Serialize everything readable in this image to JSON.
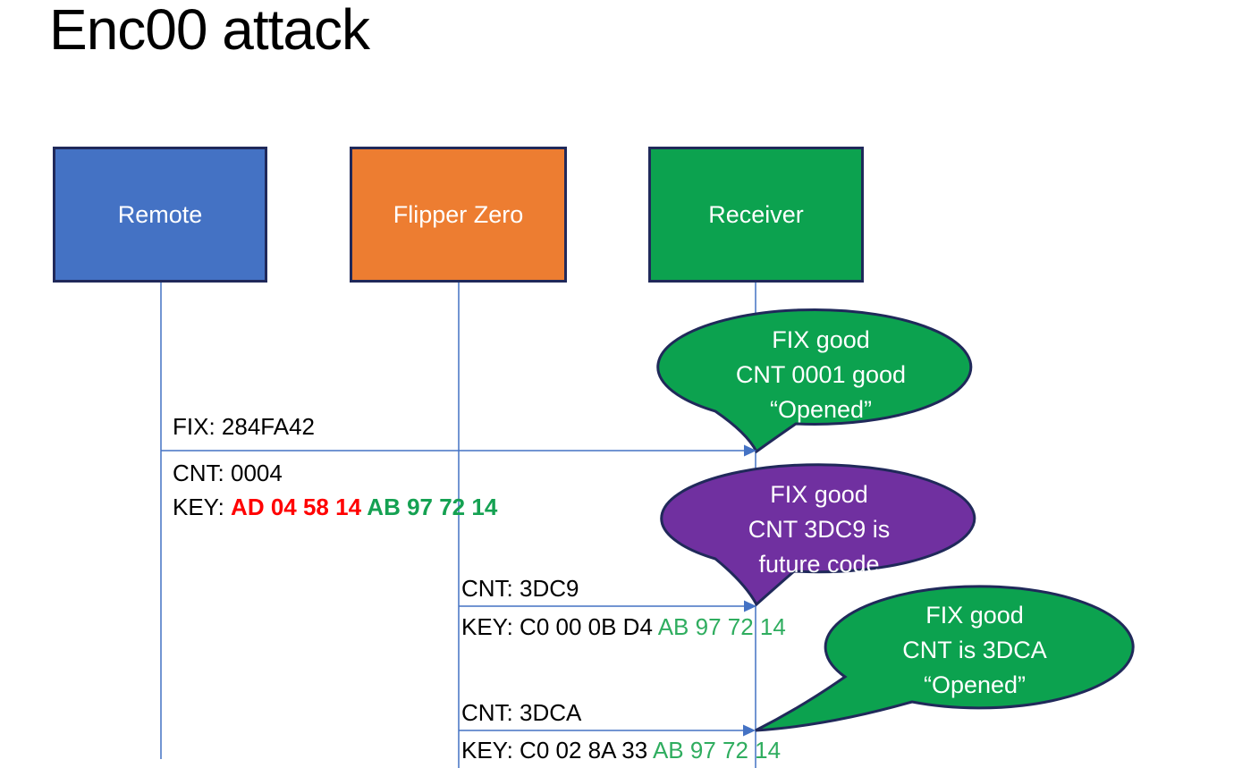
{
  "title": "Enc00 attack",
  "actors": [
    {
      "id": "remote",
      "label": "Remote",
      "color": "#4472C4"
    },
    {
      "id": "flipper",
      "label": "Flipper Zero",
      "color": "#ED7D31"
    },
    {
      "id": "receiver",
      "label": "Receiver",
      "color": "#0CA24F"
    }
  ],
  "messages": [
    {
      "from": "Remote",
      "to": "Receiver",
      "above": [
        {
          "t": "FIX: 284FA42",
          "c": "#000000"
        }
      ],
      "below1": [
        {
          "t": "CNT: 0004",
          "c": "#000000"
        }
      ],
      "below2": [
        {
          "t": "KEY: ",
          "c": "#000000"
        },
        {
          "t": "AD 04 58 14 ",
          "c": "#FF0000",
          "b": true
        },
        {
          "t": "AB 97 72 14",
          "c": "#15A152",
          "b": true
        }
      ]
    },
    {
      "from": "Flipper Zero",
      "to": "Receiver",
      "above": [
        {
          "t": "CNT: 3DC9",
          "c": "#000000"
        }
      ],
      "below1": [
        {
          "t": "KEY: C0 00 0B D4 ",
          "c": "#000000"
        },
        {
          "t": "AB 97 72 14",
          "c": "#2FAD5F"
        }
      ]
    },
    {
      "from": "Flipper Zero",
      "to": "Receiver",
      "above": [
        {
          "t": "CNT: 3DCA",
          "c": "#000000"
        }
      ],
      "below1": [
        {
          "t": "KEY: C0 02 8A 33 ",
          "c": "#000000"
        },
        {
          "t": "AB 97 72 14",
          "c": "#2FAD5F"
        }
      ]
    }
  ],
  "callouts": [
    {
      "color": "#0CA24F",
      "text": "FIX good\nCNT 0001 good\n“Opened”"
    },
    {
      "color": "#7030A0",
      "text": "FIX good\nCNT 3DC9 is\nfuture code"
    },
    {
      "color": "#0CA24F",
      "text": "FIX good\nCNT is 3DCA\n“Opened”"
    }
  ],
  "colors": {
    "line": "#4472C4",
    "outline": "#20295A",
    "label_text": "#FFFFFF"
  }
}
